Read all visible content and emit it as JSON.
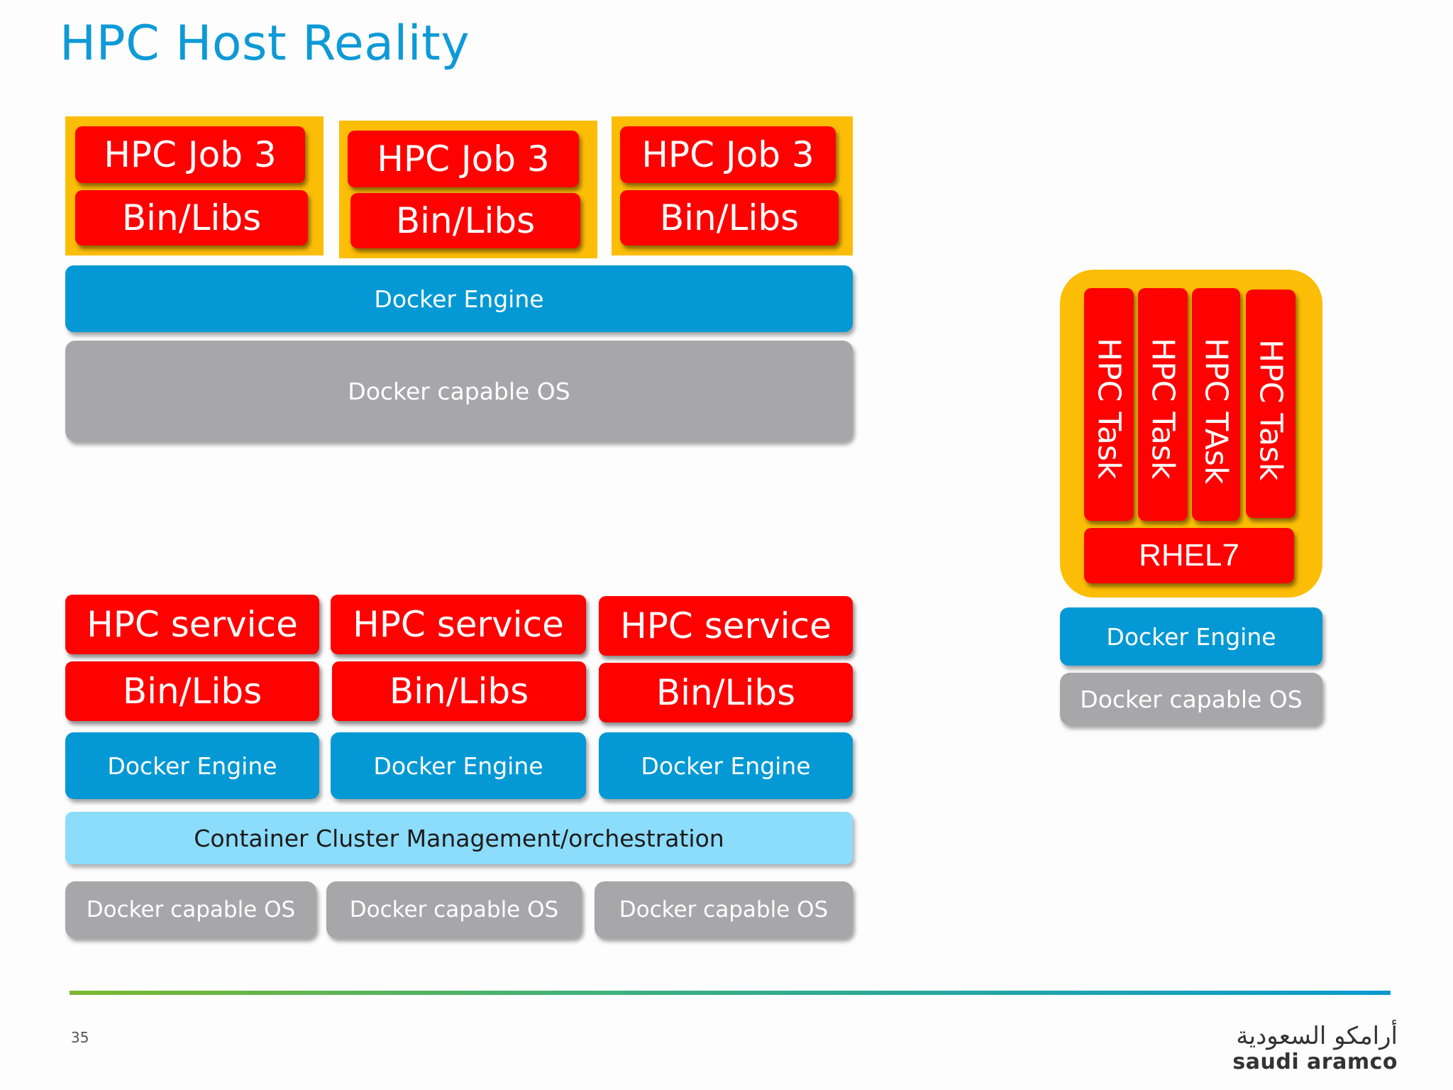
{
  "title": "HPC Host Reality",
  "top_stack": {
    "containers": [
      {
        "job": "HPC Job 3",
        "libs": "Bin/Libs"
      },
      {
        "job": "HPC Job 3",
        "libs": "Bin/Libs"
      },
      {
        "job": "HPC Job 3",
        "libs": "Bin/Libs"
      }
    ],
    "engine": "Docker Engine",
    "os": "Docker capable OS"
  },
  "bottom_stack": {
    "services": [
      {
        "service": "HPC service",
        "libs": "Bin/Libs",
        "engine": "Docker Engine",
        "os": "Docker capable OS"
      },
      {
        "service": "HPC service",
        "libs": "Bin/Libs",
        "engine": "Docker Engine",
        "os": "Docker capable OS"
      },
      {
        "service": "HPC service",
        "libs": "Bin/Libs",
        "engine": "Docker Engine",
        "os": "Docker capable OS"
      }
    ],
    "orchestration": "Container Cluster Management/orchestration"
  },
  "right_stack": {
    "tasks": [
      "HPC Task",
      "HPC Task",
      "HPC TAsk",
      "HPC Task"
    ],
    "base": "RHEL7",
    "engine": "Docker Engine",
    "os": "Docker capable OS"
  },
  "footer": {
    "page_number": "35",
    "logo_arabic": "أرامكو السعودية",
    "logo_english": "saudi aramco"
  },
  "colors": {
    "title": "#0e9ad6",
    "red": "#fe0100",
    "yellow": "#fcbd06",
    "blue": "#0499d4",
    "gray": "#a7a7a9",
    "light_blue": "#8cdcfb"
  }
}
